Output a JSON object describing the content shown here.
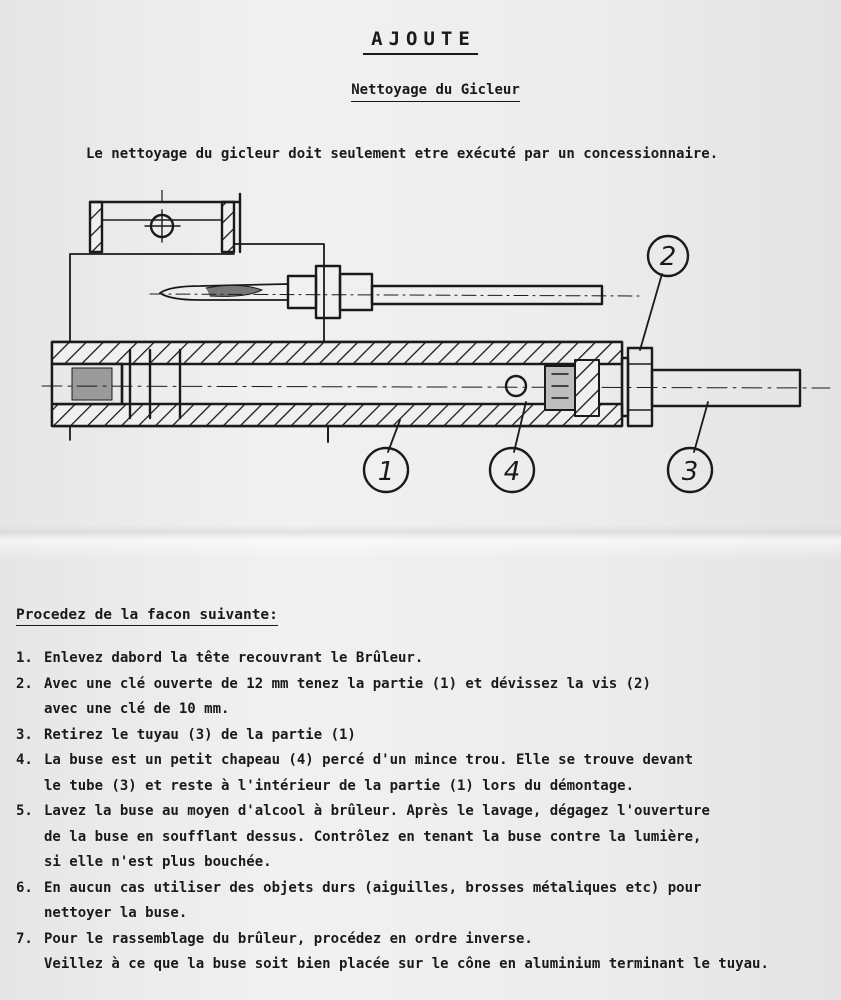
{
  "document": {
    "title": "AJOUTE",
    "subtitle": "Nettoyage du Gicleur",
    "intro": "Le nettoyage du gicleur doit seulement etre exécuté par un concessionnaire."
  },
  "diagram": {
    "callouts": [
      "2",
      "1",
      "4",
      "3"
    ]
  },
  "procedure": {
    "heading": "Procedez de la facon suivante:",
    "steps": [
      {
        "num": "1.",
        "lines": [
          "Enlevez dabord la tête recouvrant le Brûleur."
        ]
      },
      {
        "num": "2.",
        "lines": [
          "Avec une clé ouverte de 12 mm tenez la partie (1) et dévissez la vis (2)",
          "avec une clé de 10 mm."
        ]
      },
      {
        "num": "3.",
        "lines": [
          "Retirez le tuyau (3) de la partie (1)"
        ]
      },
      {
        "num": "4.",
        "lines": [
          "La buse est un petit chapeau (4) percé d'un mince trou. Elle se trouve devant",
          "le tube (3) et reste à l'intérieur de la partie (1) lors du démontage."
        ]
      },
      {
        "num": "5.",
        "lines": [
          "Lavez la buse au moyen d'alcool à brûleur. Après le lavage, dégagez l'ouverture",
          "de la buse en soufflant dessus. Contrôlez en tenant la buse contre la lumière,",
          "si elle n'est plus bouchée."
        ]
      },
      {
        "num": "6.",
        "lines": [
          "En aucun cas utiliser des objets durs (aiguilles, brosses métaliques etc) pour",
          "nettoyer la buse."
        ]
      },
      {
        "num": "7.",
        "lines": [
          "Pour le rassemblage du brûleur, procédez en ordre inverse.",
          "Veillez à ce que la buse soit bien placée sur le cône en aluminium terminant le tuyau."
        ]
      }
    ]
  }
}
